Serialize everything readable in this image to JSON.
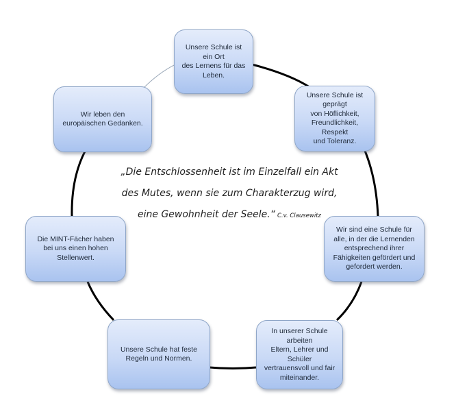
{
  "diagram": {
    "type": "cycle",
    "colors": {
      "node_fill_top": "#e4ecfb",
      "node_fill_bottom": "#a9c3ef",
      "node_border": "#8fa6c8",
      "connector_main": "#000000",
      "connector_thin": "#9aa8b8",
      "text": "#1f2a3a"
    },
    "nodes": [
      {
        "id": "top",
        "text": "Unsere Schule ist ein Ort\ndes Lernens für das Leben."
      },
      {
        "id": "top-right",
        "text": "Unsere Schule ist geprägt\nvon Höflichkeit,\nFreundlichkeit, Respekt\nund Toleranz."
      },
      {
        "id": "right",
        "text": "Wir sind eine Schule für\nalle, in der die Lernenden\nentsprechend ihrer\nFähigkeiten gefördert und\ngefordert werden."
      },
      {
        "id": "bottom-right",
        "text": "In unserer Schule arbeiten\nEltern, Lehrer und Schüler\nvertrauensvoll und fair\nmiteinander."
      },
      {
        "id": "bottom-left",
        "text": "Unsere Schule hat feste\nRegeln und Normen."
      },
      {
        "id": "left",
        "text": "Die MINT-Fächer haben\nbei uns einen hohen\nStellenwert."
      },
      {
        "id": "top-left",
        "text": "Wir leben den\neuropäischen Gedanken."
      }
    ],
    "quote": {
      "lines": [
        "„Die Entschlossenheit ist im Einzelfall ein Akt",
        "des Mutes, wenn sie zum Charakterzug wird,",
        "eine Gewohnheit der Seele.“"
      ],
      "author": "C.v. Clausewitz"
    }
  }
}
